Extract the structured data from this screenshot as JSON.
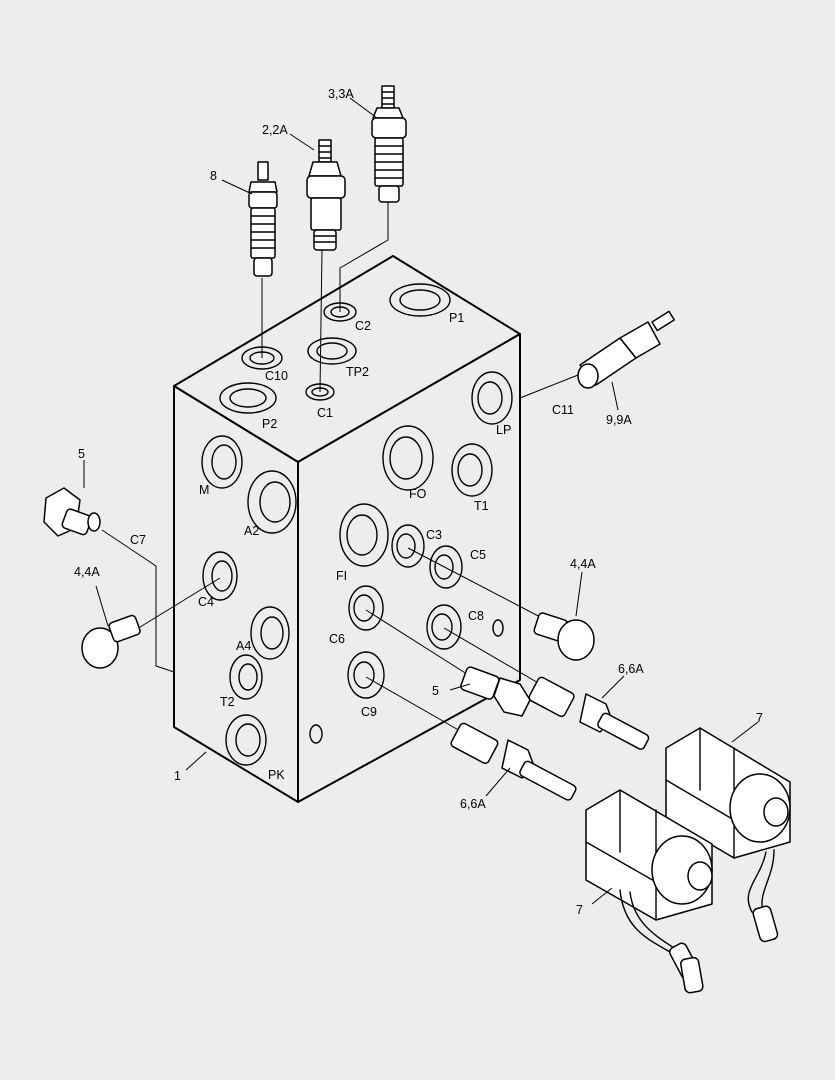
{
  "labels": {
    "p1": "P1",
    "c2": "C2",
    "tp2": "TP2",
    "c10": "C10",
    "c1": "C1",
    "p2": "P2",
    "lp": "LP",
    "c11": "C11",
    "m": "M",
    "fo": "FO",
    "t1": "T1",
    "a2": "A2",
    "fi": "FI",
    "c3": "C3",
    "c5": "C5",
    "c4": "C4",
    "c6": "C6",
    "c8": "C8",
    "a4": "A4",
    "t2": "T2",
    "c9": "C9",
    "pk": "PK",
    "c7": "C7"
  },
  "callouts": {
    "item_1": "1",
    "item_2": "2,2A",
    "item_3": "3,3A",
    "item_8": "8",
    "item_9": "9,9A",
    "item_5_left": "5",
    "item_4_left": "4,4A",
    "item_4_right": "4,4A",
    "item_5_right": "5",
    "item_6_upper": "6,6A",
    "item_6_lower": "6,6A",
    "item_7_upper": "7",
    "item_7_lower": "7"
  }
}
